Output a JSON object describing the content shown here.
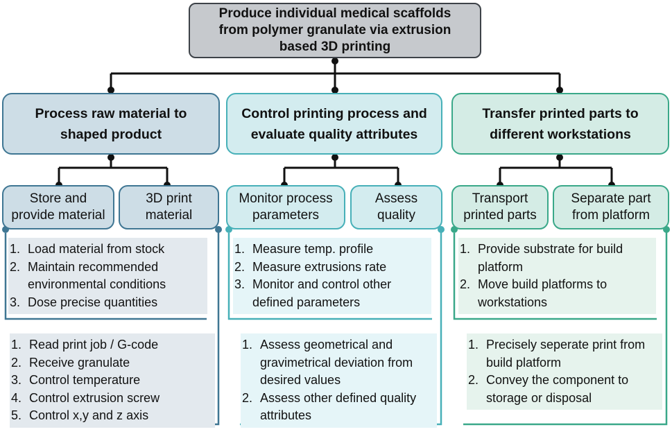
{
  "root": {
    "label": "Produce individual medical scaffolds\nfrom polymer granulate via extrusion\nbased 3D printing"
  },
  "columns": [
    {
      "title": "Process raw material to\nshaped product",
      "subs": [
        "Store and\nprovide material",
        "3D print\nmaterial"
      ],
      "list_a": [
        "Load material from stock",
        "Maintain recommended environmental conditions",
        "Dose precise quantities"
      ],
      "list_b": [
        "Read print job / G-code",
        "Receive granulate",
        "Control temperature",
        "Control extrusion screw",
        "Control x,y and z axis"
      ]
    },
    {
      "title": "Control printing process and\nevaluate quality attributes",
      "subs": [
        "Monitor process\nparameters",
        "Assess\nquality"
      ],
      "list_a": [
        "Measure temp. profile",
        "Measure extrusions rate",
        "Monitor and control other defined parameters"
      ],
      "list_b": [
        "Assess geometrical and gravimetrical deviation from desired values",
        "Assess other defined quality attributes"
      ]
    },
    {
      "title": "Transfer printed parts to\ndifferent workstations",
      "subs": [
        "Transport\nprinted parts",
        "Separate part\nfrom platform"
      ],
      "list_a": [
        "Provide substrate for build platform",
        "Move build platforms to workstations"
      ],
      "list_b": [
        "Precisely seperate print from build platform",
        "Convey the component to storage or disposal"
      ]
    }
  ],
  "colors": {
    "dark": "#111111",
    "col0": "#3f7693",
    "col1": "#47b0b8",
    "col2": "#3aa889"
  }
}
